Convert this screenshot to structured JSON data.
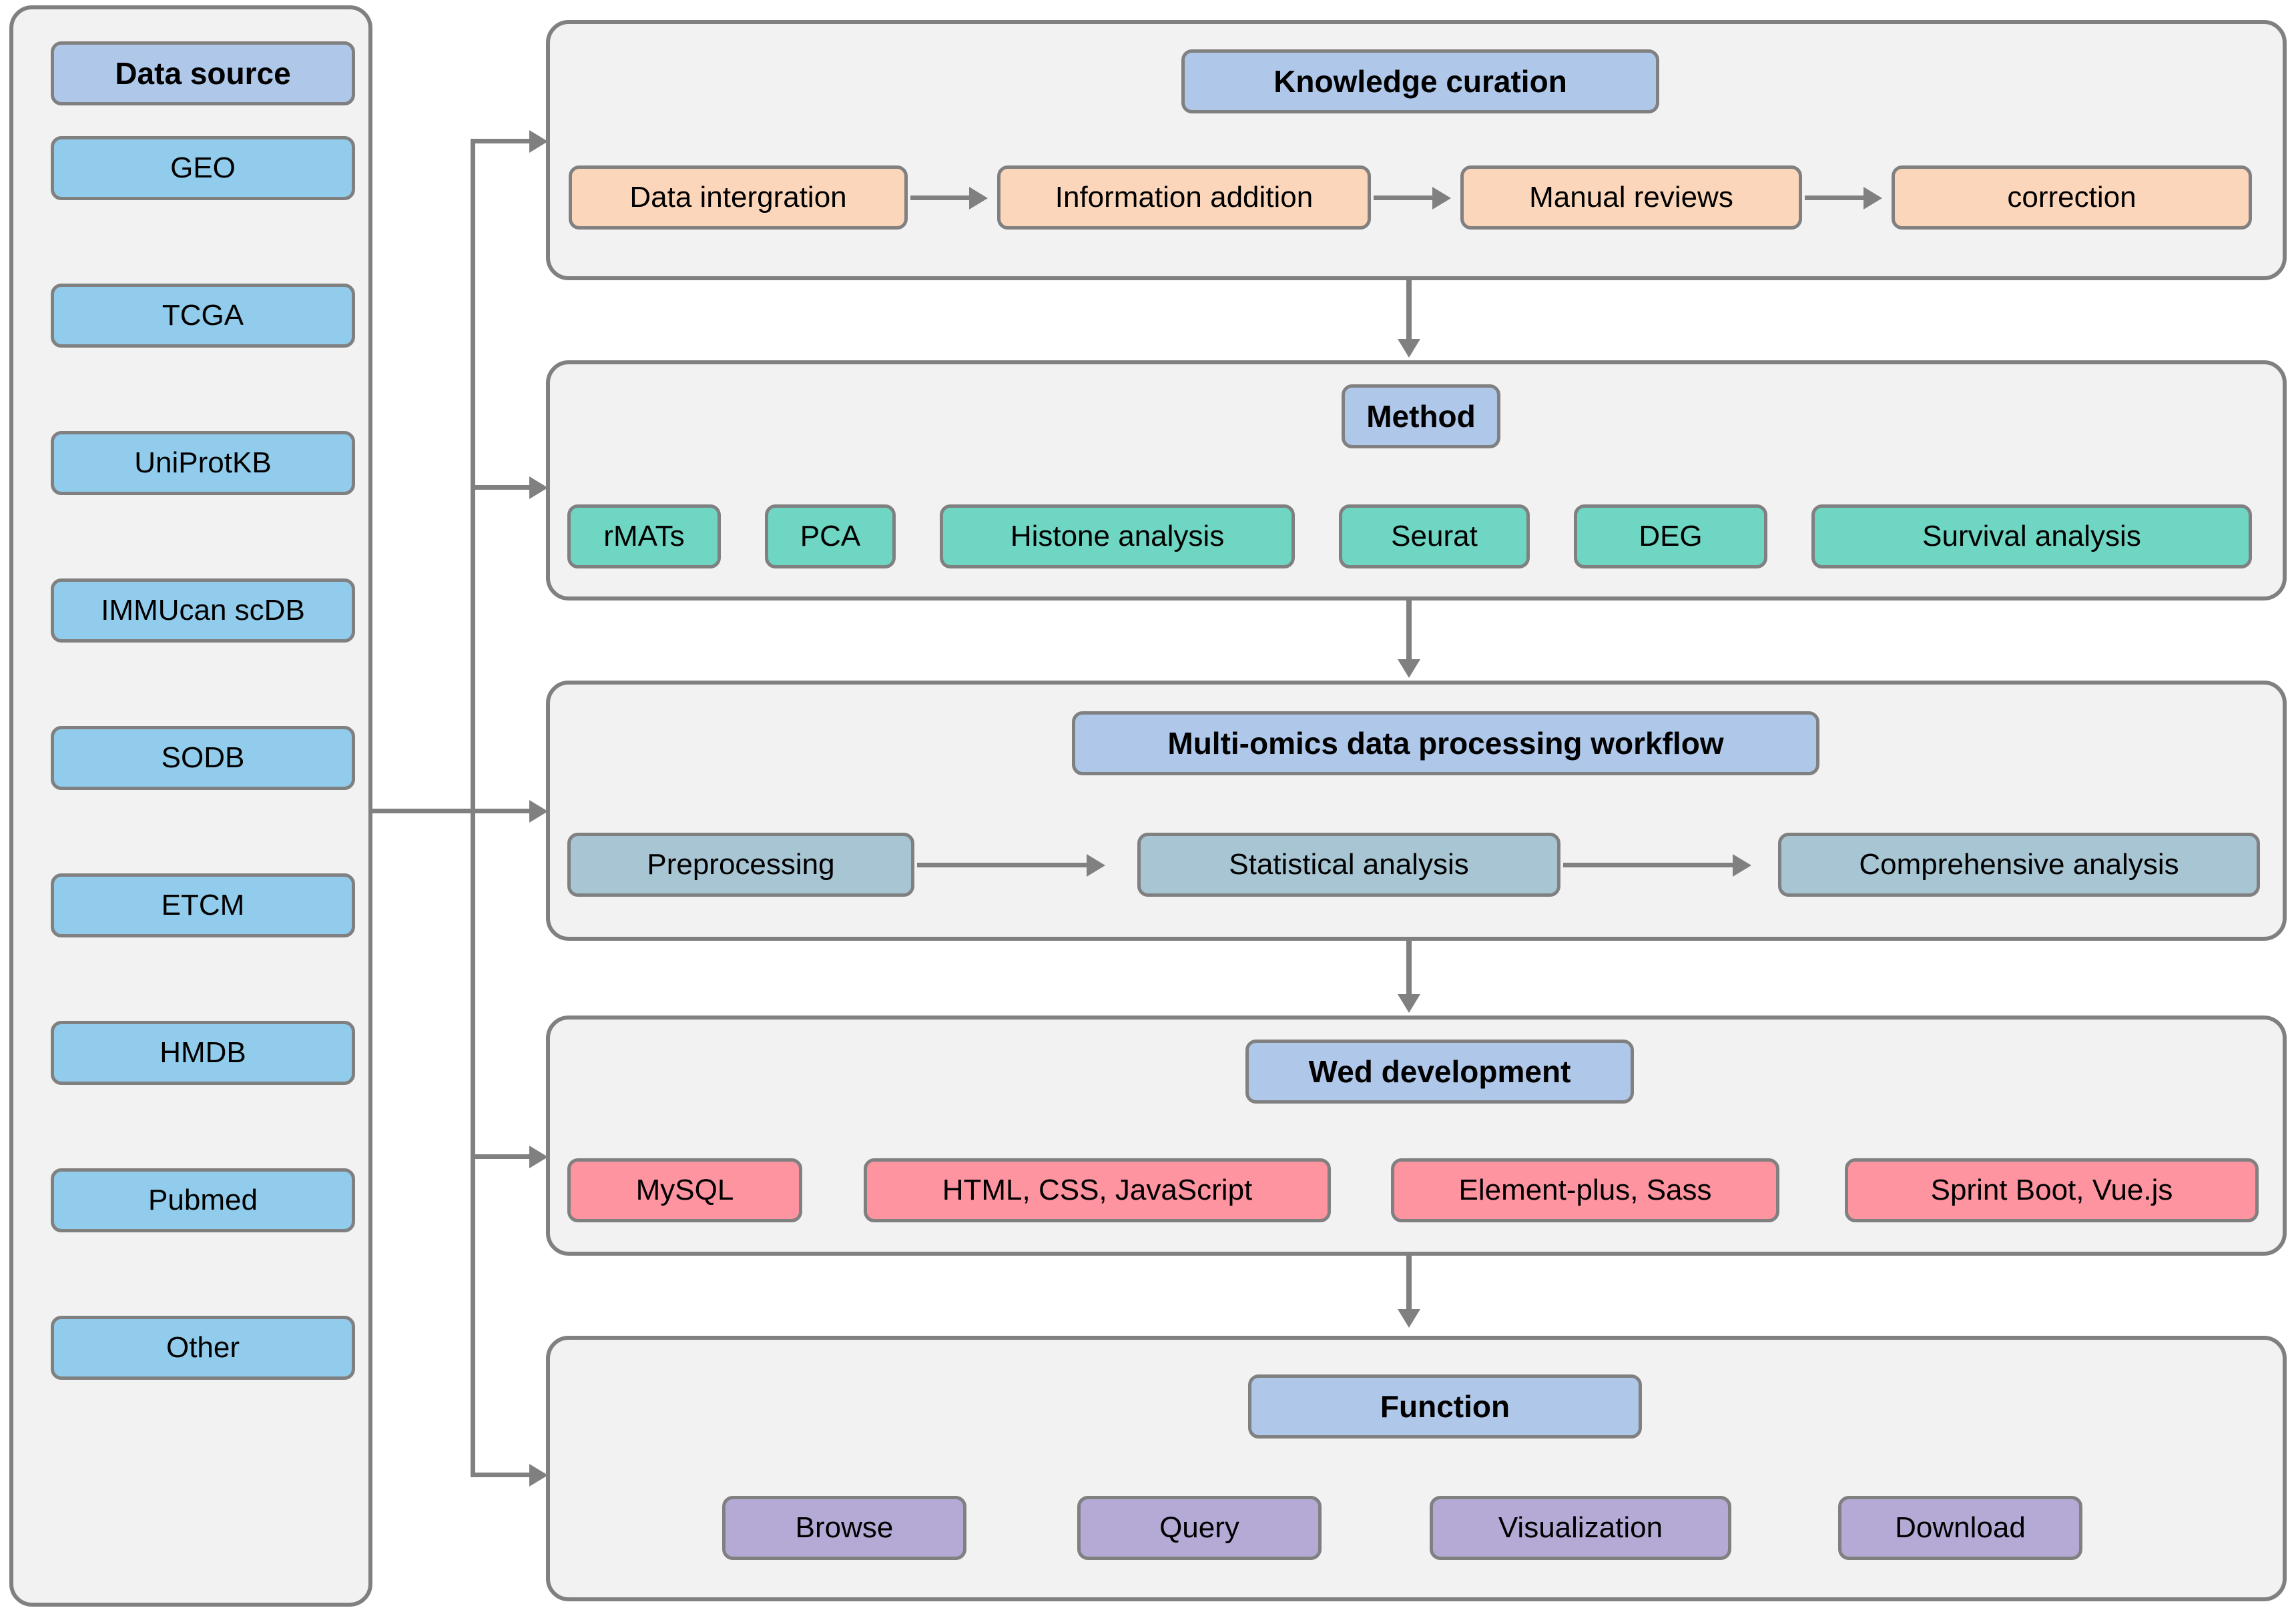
{
  "sidebar": {
    "header": "Data source",
    "items": [
      "GEO",
      "TCGA",
      "UniProtKB",
      "IMMUcan scDB",
      "SODB",
      "ETCM",
      "HMDB",
      "Pubmed",
      "Other"
    ]
  },
  "panels": [
    {
      "id": "knowledge-curation",
      "header": "Knowledge curation",
      "items": [
        "Data intergration",
        "Information addition",
        "Manual reviews",
        "correction"
      ],
      "flow": true,
      "color": "#fcd6ba"
    },
    {
      "id": "method",
      "header": "Method",
      "items": [
        "rMATs",
        "PCA",
        "Histone analysis",
        "Seurat",
        "DEG",
        "Survival analysis"
      ],
      "flow": false,
      "color": "#6ed6c2"
    },
    {
      "id": "multi-omics-workflow",
      "header": "Multi-omics data processing workflow",
      "items": [
        "Preprocessing",
        "Statistical analysis",
        "Comprehensive analysis"
      ],
      "flow": true,
      "color": "#a7c5d3"
    },
    {
      "id": "wed-development",
      "header": "Wed development",
      "items": [
        "MySQL",
        "HTML, CSS, JavaScript",
        "Element-plus, Sass",
        "Sprint Boot, Vue.js"
      ],
      "flow": false,
      "color": "#fd94a0"
    },
    {
      "id": "function",
      "header": "Function",
      "items": [
        "Browse",
        "Query",
        "Visualization",
        "Download"
      ],
      "flow": false,
      "color": "#b5aad5"
    }
  ],
  "colors": {
    "header_blue": "#afc8ea",
    "source_blue": "#92ccec",
    "panel_bg": "#f2f2f2",
    "stroke": "#808080",
    "orange": "#fcd6ba",
    "green": "#6ed6c2",
    "steel": "#a7c5d3",
    "pink": "#fd94a0",
    "purple": "#b5aad5"
  }
}
